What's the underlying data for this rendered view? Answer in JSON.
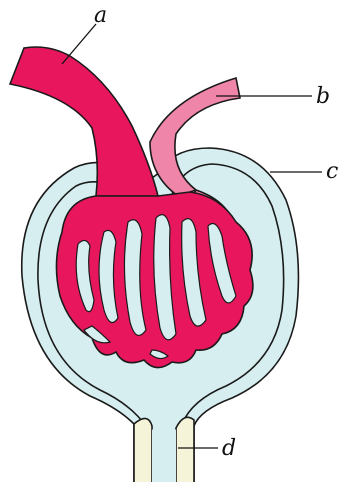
{
  "labels": {
    "a": "a",
    "b": "b",
    "c": "c",
    "d": "d"
  },
  "colors": {
    "capsule": "#d6eef0",
    "capillary_red": "#e8175d",
    "efferent_pink": "#ef85a8",
    "tubule": "#f5f3d8",
    "outline": "#1a1a1a"
  }
}
